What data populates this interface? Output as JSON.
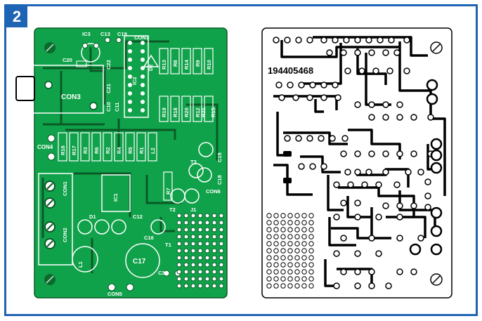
{
  "figure": {
    "number": "2",
    "frame_color": "#1e64b4"
  },
  "component_board": {
    "board_color": "#10a24a",
    "trace_color": "#0a5a26",
    "label_color": "#ffffff",
    "labels": {
      "ic3": "IC3",
      "c13": "C13",
      "c19": "C19",
      "con7": "CON7",
      "c20": "C20",
      "c22": "C22",
      "con3": "CON3",
      "c21": "C21",
      "c10": "C10",
      "c11": "C11",
      "ic2": "IC2",
      "d2": "D2",
      "r13": "R13",
      "r8": "R8",
      "r14": "R14",
      "r9": "R9",
      "r10": "R10",
      "r19": "R19",
      "r18": "R18",
      "r20": "R20",
      "r12": "R12",
      "r21": "R21",
      "r15": "R15",
      "con4": "CON4",
      "r16": "R16",
      "r17": "R17",
      "r3": "R3",
      "r6": "R6",
      "r2": "R2",
      "r4": "R4",
      "r5": "R5",
      "r1": "R1",
      "l2": "L2",
      "c15": "C15",
      "t3": "T3",
      "c18": "C18",
      "ic1": "IC1",
      "r7": "R7",
      "con6": "CON6",
      "t2": "T2",
      "j1": "J1",
      "con1": "CON1",
      "con2": "CON2",
      "d1": "D1",
      "c12": "C12",
      "c16": "C16",
      "t1": "T1",
      "l1": "L1",
      "c17": "C17",
      "c3": "C3",
      "con5": "CON5"
    }
  },
  "solder_board": {
    "board_code": "194405468",
    "trace_color": "#000000"
  }
}
